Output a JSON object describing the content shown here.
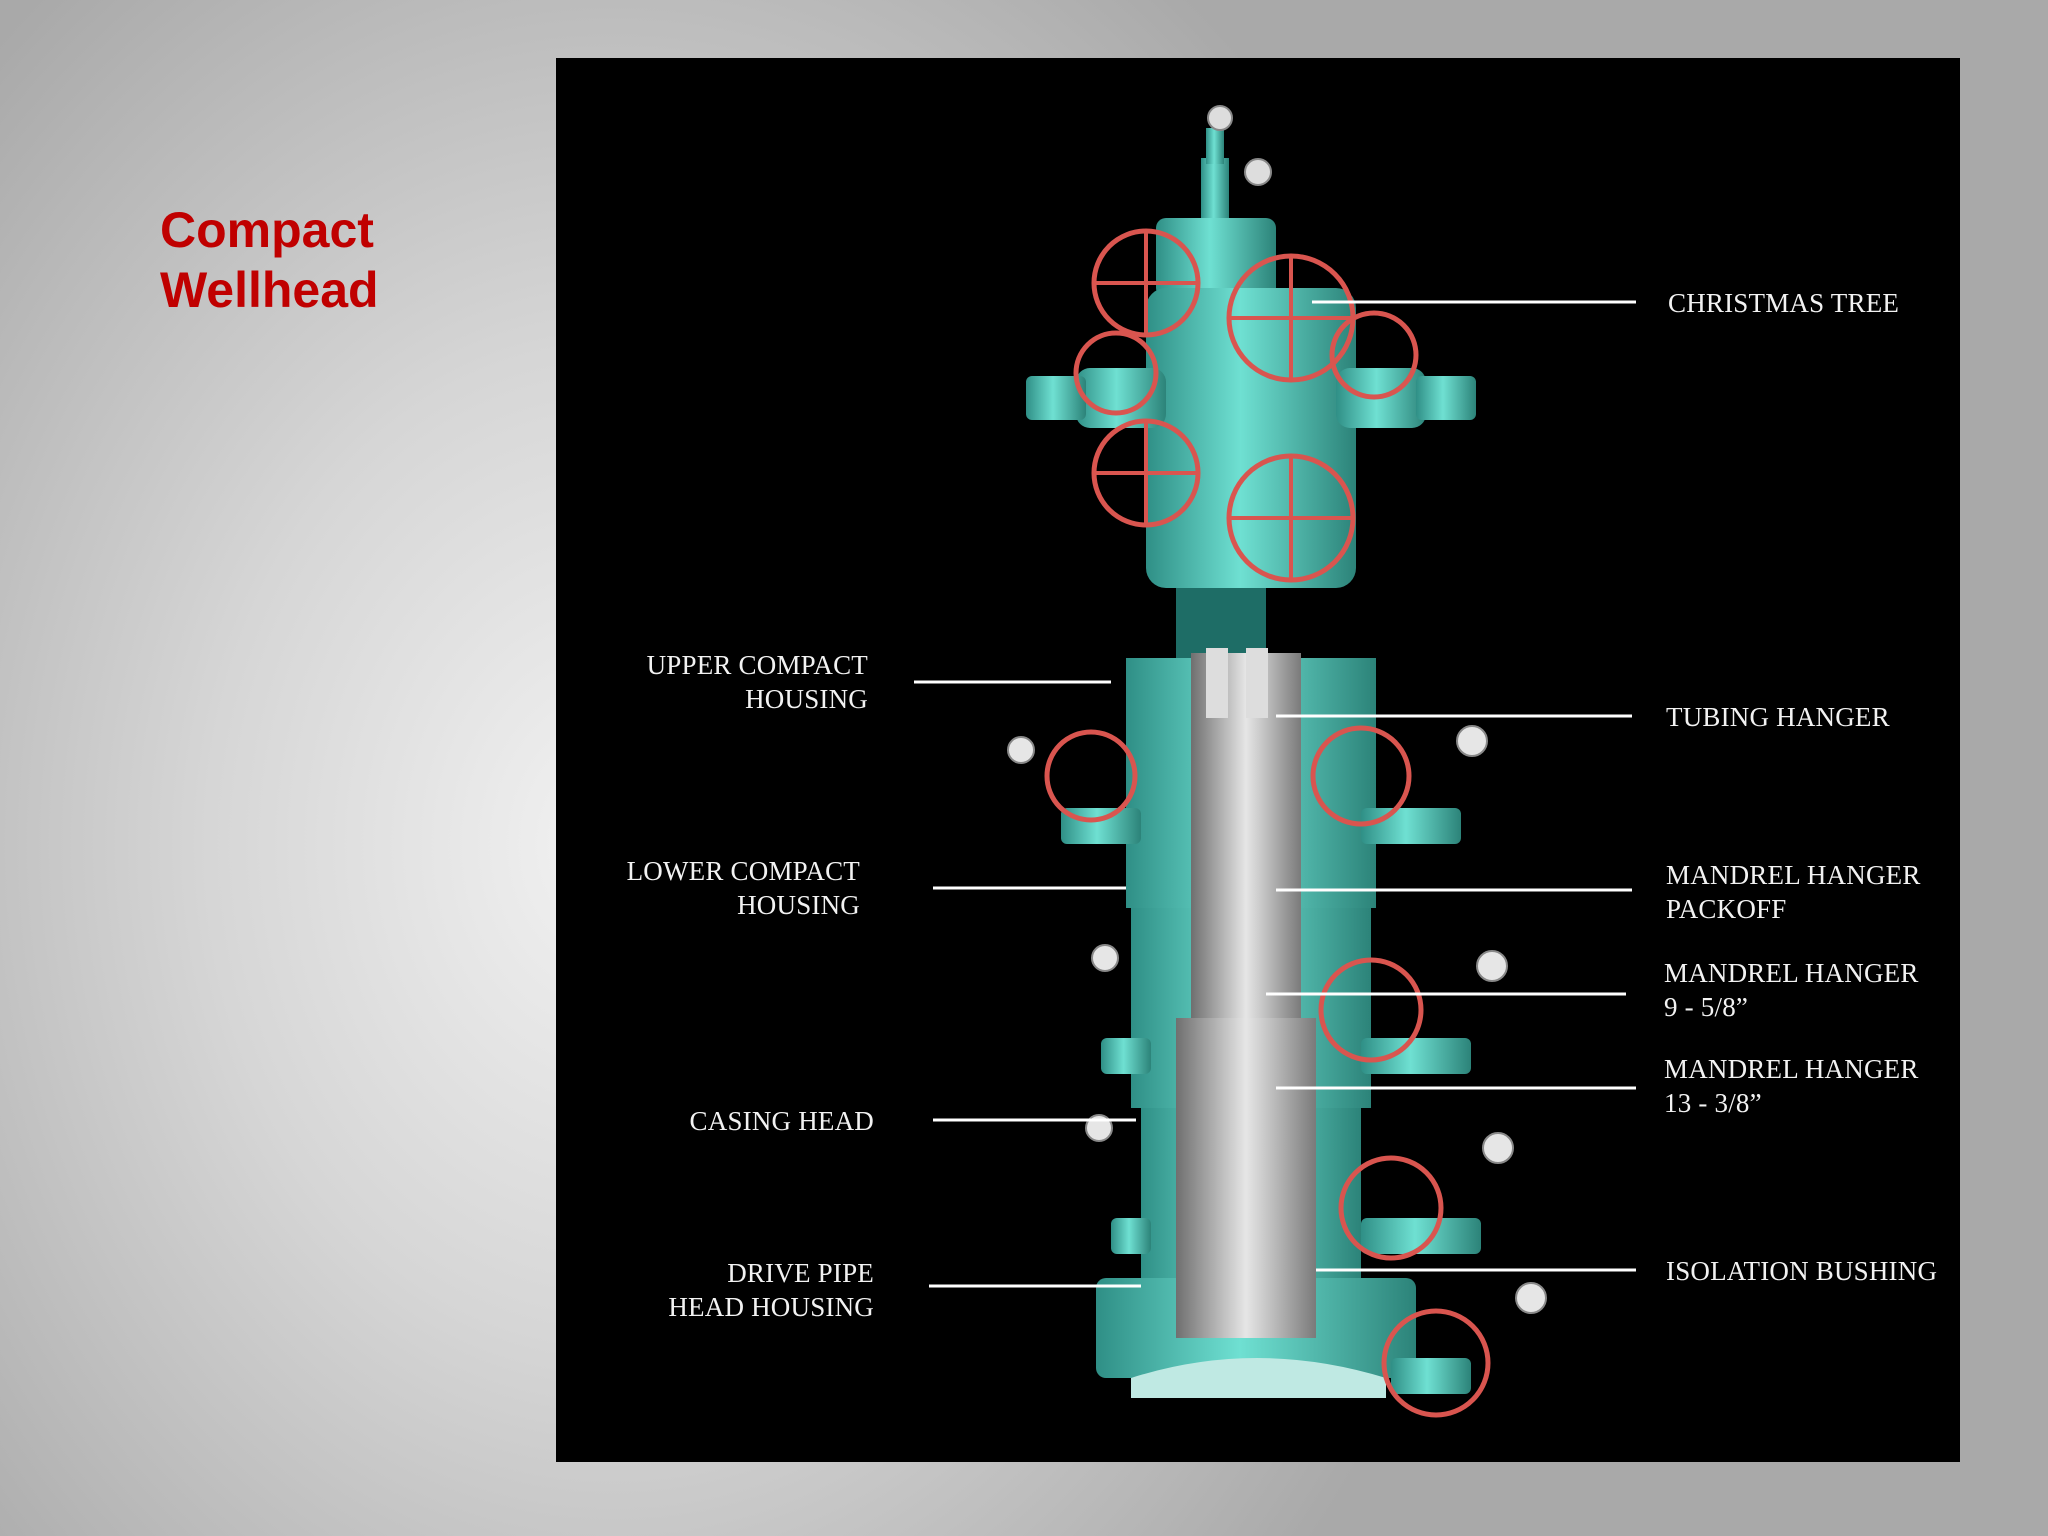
{
  "slide": {
    "title_line1": "Compact",
    "title_line2": "Wellhead"
  },
  "colors": {
    "title": "#c00000",
    "equipment": "#5fd0c2",
    "handwheel": "#d9554f",
    "pipe": "#c8c8c8",
    "background": "#000000",
    "leader": "#ffffff"
  },
  "labels": {
    "christmas_tree": "CHRISTMAS TREE",
    "upper_compact_housing_1": "UPPER COMPACT",
    "upper_compact_housing_2": "HOUSING",
    "tubing_hanger": "TUBING HANGER",
    "lower_compact_housing_1": "LOWER COMPACT",
    "lower_compact_housing_2": "HOUSING",
    "mandrel_hanger_packoff_1": "MANDREL HANGER",
    "mandrel_hanger_packoff_2": "PACKOFF",
    "mandrel_hanger_958_1": "MANDREL HANGER",
    "mandrel_hanger_958_2": "9 - 5/8”",
    "mandrel_hanger_1338_1": "MANDREL HANGER",
    "mandrel_hanger_1338_2": "13 - 3/8”",
    "casing_head": "CASING HEAD",
    "isolation_bushing": "ISOLATION BUSHING",
    "drive_pipe_1": "DRIVE PIPE",
    "drive_pipe_2": "HEAD HOUSING"
  }
}
